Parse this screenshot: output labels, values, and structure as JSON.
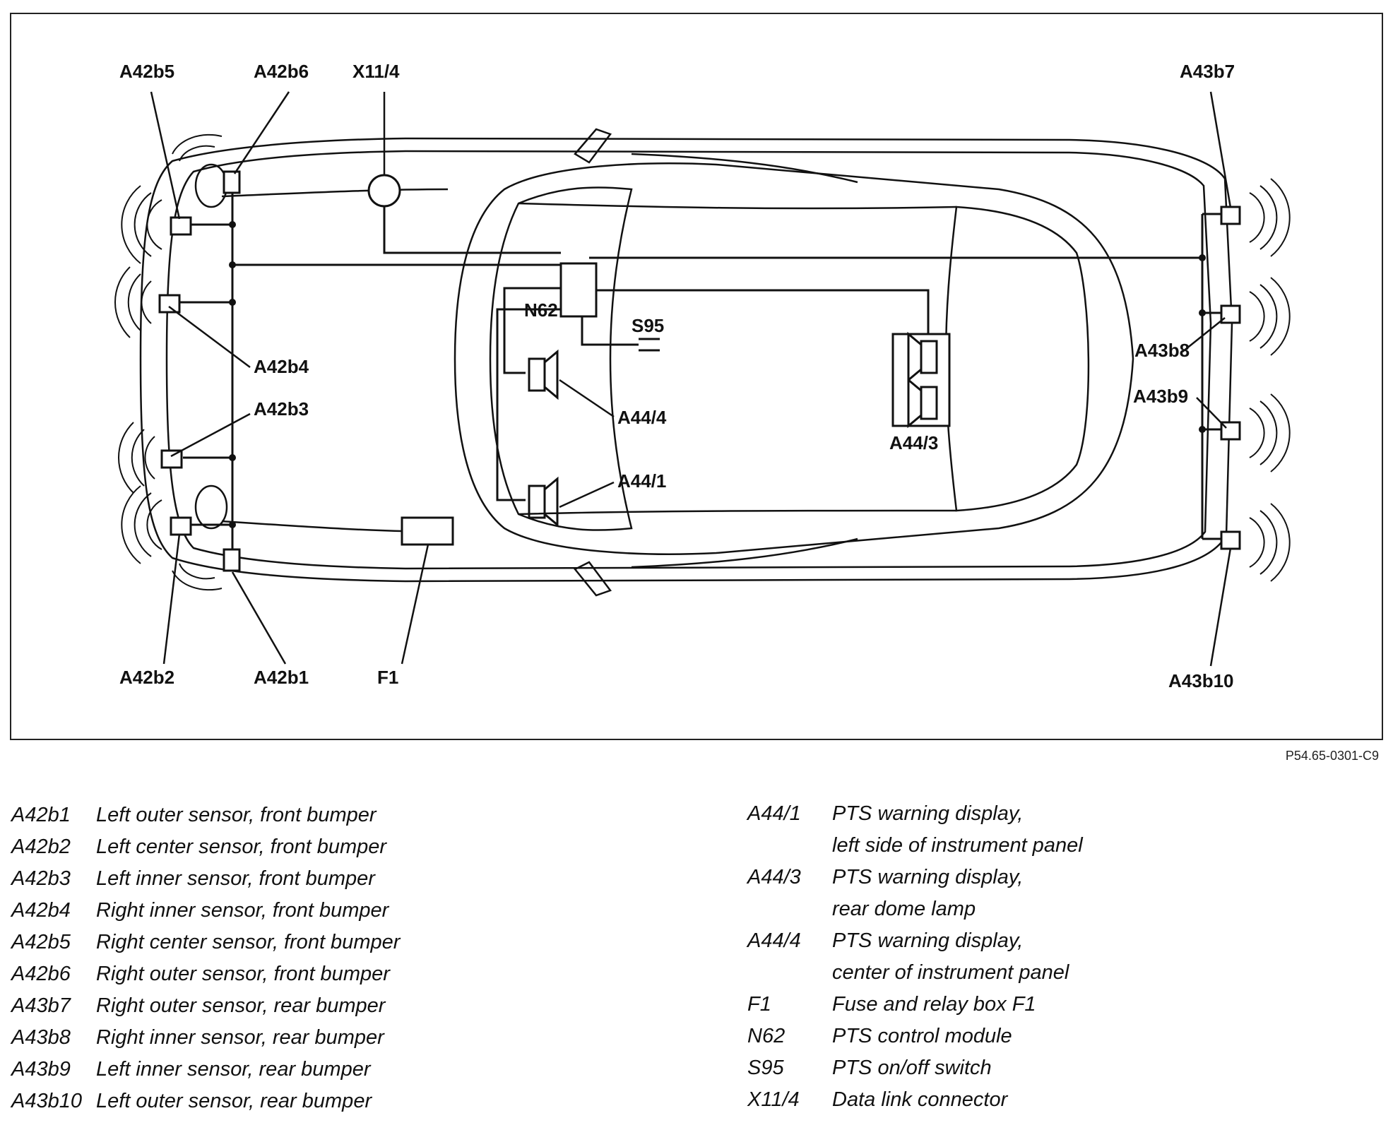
{
  "figure_id": "P54.65-0301-C9",
  "callouts": {
    "a42b5": "A42b5",
    "a42b6": "A42b6",
    "x11_4": "X11/4",
    "a43b7": "A43b7",
    "n62": "N62",
    "s95": "S95",
    "a42b4": "A42b4",
    "a42b3": "A42b3",
    "a44_4": "A44/4",
    "a44_3": "A44/3",
    "a44_1": "A44/1",
    "a43b8": "A43b8",
    "a43b9": "A43b9",
    "a42b2": "A42b2",
    "a42b1": "A42b1",
    "f1": "F1",
    "a43b10": "A43b10"
  },
  "legend_left": [
    {
      "code": "A42b1",
      "desc": "Left outer sensor, front bumper"
    },
    {
      "code": "A42b2",
      "desc": "Left center sensor, front bumper"
    },
    {
      "code": "A42b3",
      "desc": "Left inner sensor, front bumper"
    },
    {
      "code": "A42b4",
      "desc": "Right inner sensor, front bumper"
    },
    {
      "code": "A42b5",
      "desc": "Right center sensor, front bumper"
    },
    {
      "code": "A42b6",
      "desc": "Right outer sensor, front bumper"
    },
    {
      "code": "A43b7",
      "desc": "Right outer sensor, rear bumper"
    },
    {
      "code": "A43b8",
      "desc": "Right inner sensor, rear bumper"
    },
    {
      "code": "A43b9",
      "desc": "Left inner sensor, rear bumper"
    },
    {
      "code": "A43b10",
      "desc": "Left outer sensor, rear bumper"
    }
  ],
  "legend_right": [
    {
      "code": "A44/1",
      "desc": "PTS warning display,"
    },
    {
      "code": "",
      "desc": "left side of instrument panel"
    },
    {
      "code": "A44/3",
      "desc": "PTS warning display,"
    },
    {
      "code": "",
      "desc": "rear dome lamp"
    },
    {
      "code": "A44/4",
      "desc": "PTS warning display,"
    },
    {
      "code": "",
      "desc": "center of instrument panel"
    },
    {
      "code": "F1",
      "desc": "Fuse and relay box F1"
    },
    {
      "code": "N62",
      "desc": "PTS control module"
    },
    {
      "code": "S95",
      "desc": "PTS on/off switch"
    },
    {
      "code": "X11/4",
      "desc": "Data link connector"
    }
  ]
}
